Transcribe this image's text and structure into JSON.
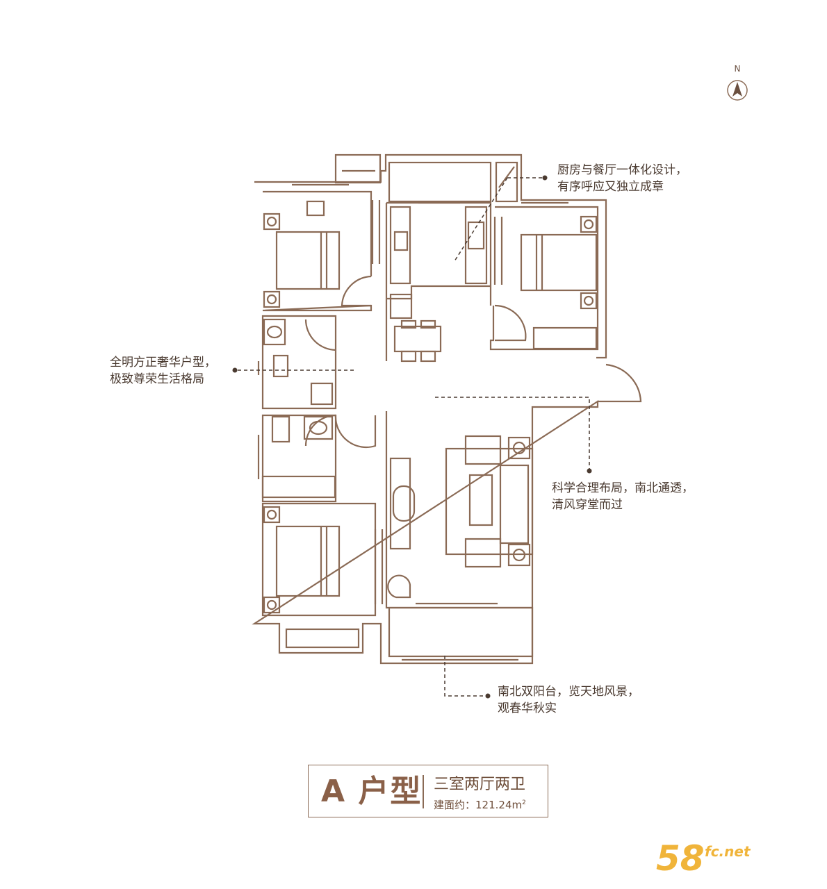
{
  "compass": {
    "label": "N"
  },
  "annotations": {
    "kitchen": {
      "line1": "厨房与餐厅一体化设计，",
      "line2": "有序呼应又独立成章"
    },
    "layout": {
      "line1": "全明方正奢华户型，",
      "line2": "极致尊荣生活格局"
    },
    "ventilation": {
      "line1": "科学合理布局，南北通透，",
      "line2": "清风穿堂而过"
    },
    "balcony": {
      "line1": "南北双阳台，览天地风景，",
      "line2": "观春华秋实"
    }
  },
  "title": {
    "type": "A 户型",
    "rooms": "三室两厅两卫",
    "area_label": "建面约：",
    "area_value": "121.24m",
    "area_sup": "2"
  },
  "watermark": {
    "number": "58",
    "domain": "fc.net"
  },
  "colors": {
    "wall": "#8a6a55",
    "text": "#4a3a30",
    "accent": "#8a6048",
    "logo": "#f0b43a"
  }
}
